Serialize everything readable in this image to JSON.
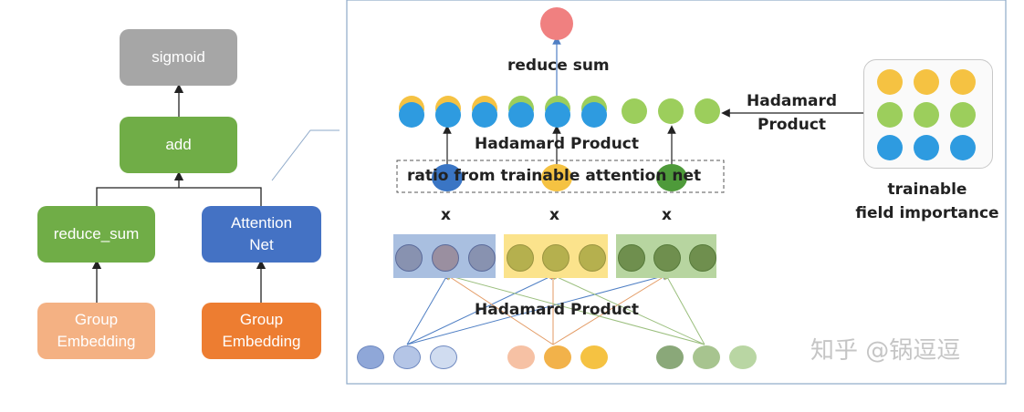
{
  "left_diagram": {
    "sigmoid": "sigmoid",
    "add": "add",
    "reduce_sum": "reduce_sum",
    "attention_net": "Attention\nNet",
    "group_embedding_left": "Group\nEmbedding",
    "group_embedding_right": "Group\nEmbedding"
  },
  "right_diagram": {
    "reduce_sum_label": "reduce sum",
    "hadamard_product_top": "Hadamard Product",
    "ratio_label": "ratio from trainable attention net",
    "multiply_signs": [
      "x",
      "x",
      "x"
    ],
    "hadamard_product_bottom": "Hadamard Product",
    "hadamard_product_side": "Hadamard\nProduct",
    "trainable_field_importance": "trainable\nfield importance"
  },
  "watermark": "知乎 @锅逗逗",
  "colors": {
    "gray": "#a6a6a6",
    "green": "#70ad47",
    "blue": "#4472c4",
    "peach": "#f4b183",
    "orange": "#ed7d31",
    "red": "#f08080",
    "yellow": "#f5c242",
    "light_green": "#9cce5c",
    "light_blue": "#2e9be0"
  }
}
